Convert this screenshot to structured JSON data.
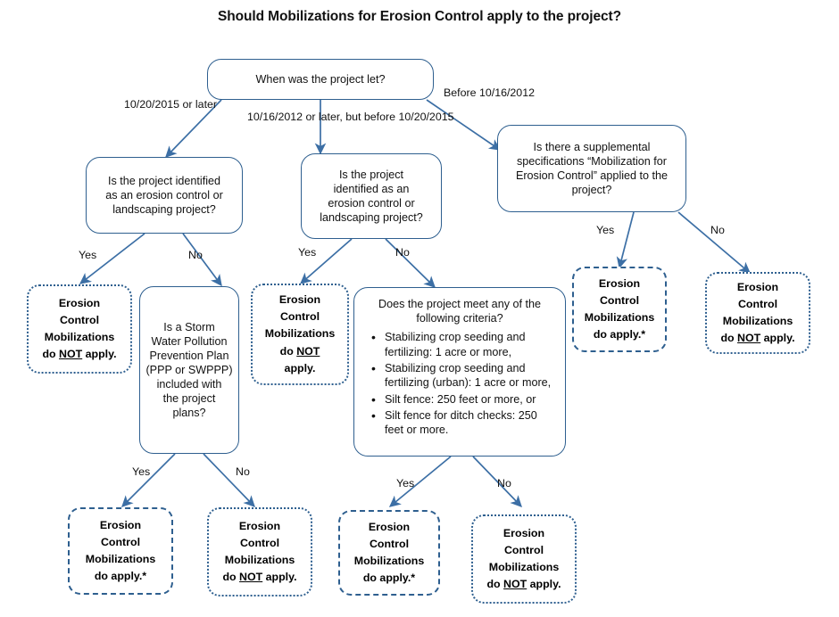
{
  "title": "Should Mobilizations for Erosion Control apply to the project?",
  "colors": {
    "connector": "#3c6fa5",
    "box_border": "#2e5f8f",
    "text": "#111111",
    "background": "#ffffff"
  },
  "nodes": {
    "root": {
      "kind": "decision",
      "lines": [
        "When was the project let?"
      ]
    },
    "left_decision": {
      "kind": "decision",
      "lines": [
        "Is the project identified",
        "as an erosion control or",
        "landscaping project?"
      ]
    },
    "middle_decision": {
      "kind": "decision",
      "lines": [
        "Is the project",
        "identified as an",
        "erosion control or",
        "landscaping project?"
      ]
    },
    "right_decision": {
      "kind": "decision",
      "lines": [
        "Is there a supplemental",
        "specifications “Mobilization for",
        "Erosion Control” applied to the",
        "project?"
      ]
    },
    "swppp_decision": {
      "kind": "decision",
      "lines": [
        "Is a Storm",
        "Water Pollution",
        "Prevention Plan",
        "(PPP or SWPPP)",
        "included with",
        "the project",
        "plans?"
      ]
    },
    "criteria_decision": {
      "kind": "decision",
      "question_lines": [
        "Does the project meet any of the",
        "following criteria?"
      ],
      "bullets": [
        "Stabilizing crop seeding and fertilizing: 1 acre or more,",
        "Stabilizing crop seeding and fertilizing (urban): 1 acre or more,",
        "Silt fence: 250 feet or more, or",
        "Silt fence for ditch checks: 250 feet or more."
      ]
    },
    "t_left_not": {
      "kind": "terminal",
      "border": "dotted",
      "lines": [
        "Erosion",
        "Control",
        "Mobilizations",
        "do NOT apply."
      ],
      "underline_word": "NOT"
    },
    "t_mid_not": {
      "kind": "terminal",
      "border": "dotted",
      "lines": [
        "Erosion",
        "Control",
        "Mobilizations",
        "do NOT",
        "apply."
      ],
      "underline_word": "NOT"
    },
    "t_right_apply": {
      "kind": "terminal",
      "border": "dashed",
      "lines": [
        "Erosion",
        "Control",
        "Mobilizations",
        "do apply.*"
      ]
    },
    "t_farright_not": {
      "kind": "terminal",
      "border": "dotted",
      "lines": [
        "Erosion",
        "Control",
        "Mobilizations",
        "do NOT apply."
      ],
      "underline_word": "NOT"
    },
    "t_b1_apply": {
      "kind": "terminal",
      "border": "dashed",
      "lines": [
        "Erosion",
        "Control",
        "Mobilizations",
        "do apply.*"
      ]
    },
    "t_b2_not": {
      "kind": "terminal",
      "border": "dotted",
      "lines": [
        "Erosion",
        "Control",
        "Mobilizations",
        "do NOT apply."
      ],
      "underline_word": "NOT"
    },
    "t_b3_apply": {
      "kind": "terminal",
      "border": "dashed",
      "lines": [
        "Erosion",
        "Control",
        "Mobilizations",
        "do apply.*"
      ]
    },
    "t_b4_not": {
      "kind": "terminal",
      "border": "dotted",
      "lines": [
        "Erosion",
        "Control",
        "Mobilizations",
        "do NOT apply."
      ],
      "underline_word": "NOT"
    }
  },
  "edge_labels": {
    "root_left_l1": "10/20/2015",
    "root_left_l2": "or later",
    "root_mid_l1": "10/16/2012 or later,",
    "root_mid_l2": "but before 10/20/2015",
    "root_right_l1": "Before",
    "root_right_l2": "10/16/2012",
    "left_yes": "Yes",
    "left_no": "No",
    "mid_yes": "Yes",
    "mid_no": "No",
    "right_yes": "Yes",
    "right_no": "No",
    "swppp_yes": "Yes",
    "swppp_no": "No",
    "criteria_yes": "Yes",
    "criteria_no": "No"
  }
}
